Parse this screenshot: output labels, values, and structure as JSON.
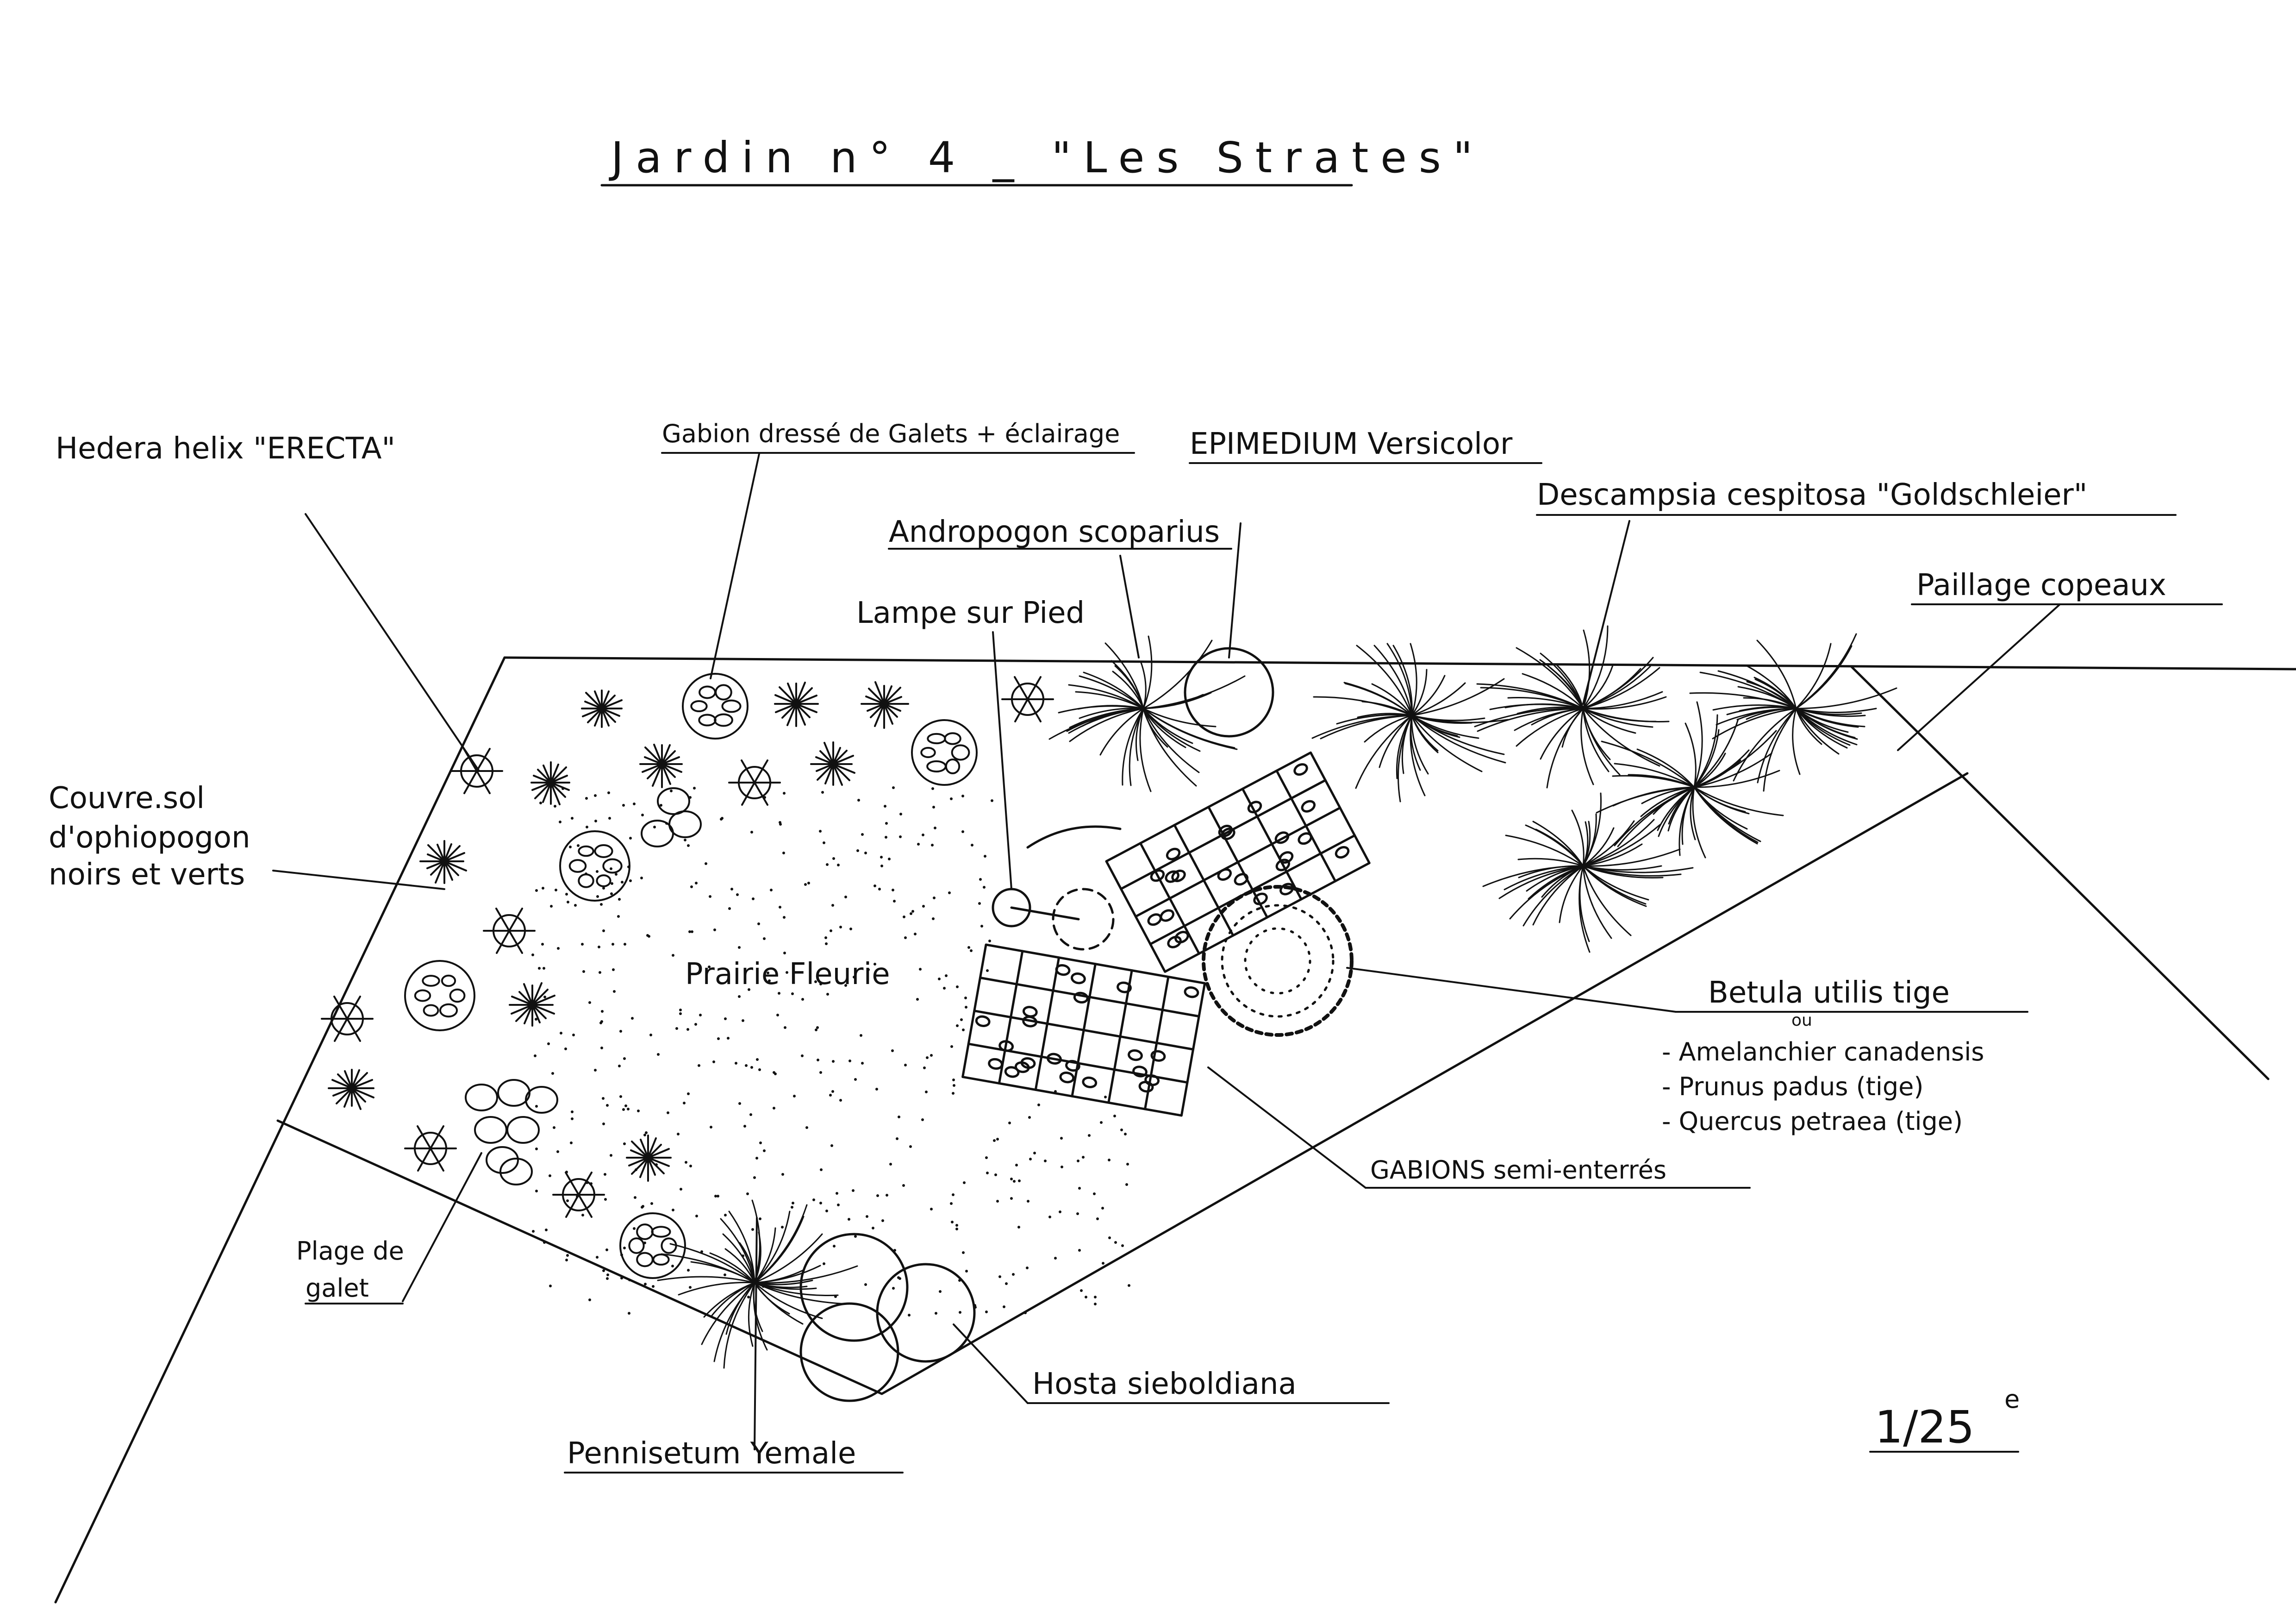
{
  "title": "Jardin n° 4 _ \"Les Strates\"",
  "scale": "1/25",
  "scale_suffix": "e",
  "labels": {
    "hedera": "Hedera helix \"ERECTA\"",
    "gabion_dresse": "Gabion dressé de Galets + éclairage",
    "epimedium": "EPIMEDIUM Versicolor",
    "deschampsia": "Descampsia cespitosa \"Goldschleier\"",
    "andropogon": "Andropogon scoparius",
    "lampe": "Lampe sur Pied",
    "paillage": "Paillage copeaux",
    "couvre_sol_1": "Couvre.sol",
    "couvre_sol_2": "d'ophiopogon",
    "couvre_sol_3": "noirs et verts",
    "prairie": "Prairie Fleurie",
    "betula": "Betula utilis tige",
    "ou": "ou",
    "alt_1": "- Amelanchier canadensis",
    "alt_2": "- Prunus padus (tige)",
    "alt_3": "- Quercus petraea (tige)",
    "gabions_semi": "GABIONS semi-enterrés",
    "plage_1": "Plage de",
    "plage_2": "galet",
    "hosta": "Hosta sieboldiana",
    "pennisetum": "Pennisetum Yemale"
  },
  "colors": {
    "ink": "#111111",
    "paper": "#ffffff"
  }
}
